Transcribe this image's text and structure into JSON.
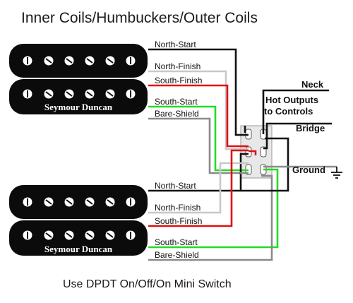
{
  "title": "Inner Coils/Humbuckers/Outer Coils",
  "caption": "Use DPDT On/Off/On Mini Switch",
  "pickups": [
    {
      "brand": "Seymour Duncan",
      "wires": [
        "North-Start",
        "North-Finish",
        "South-Finish",
        "South-Start",
        "Bare-Shield"
      ]
    },
    {
      "brand": "Seymour Duncan",
      "wires": [
        "North-Start",
        "North-Finish",
        "South-Finish",
        "South-Start",
        "Bare-Shield"
      ]
    }
  ],
  "outputs": {
    "neck": "Neck",
    "hot_outputs": "Hot Outputs",
    "to_controls": "to Controls",
    "bridge": "Bridge",
    "ground": "Ground"
  },
  "colors": {
    "black_wire": "#111111",
    "white_wire": "#c8c8c8",
    "red_wire": "#e01010",
    "green_wire": "#22dd22",
    "shield_wire": "#8a8a8a",
    "pickup_body": "#0b0b0b",
    "switch_body": "#e8e8e8"
  }
}
